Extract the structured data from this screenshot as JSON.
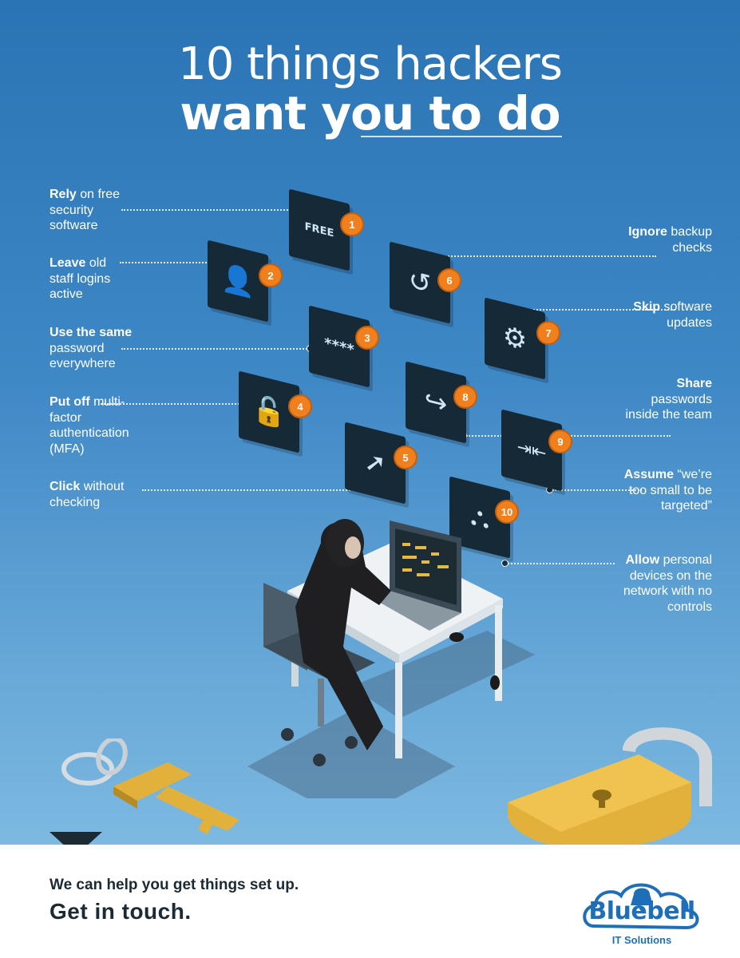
{
  "title": {
    "line1": "10 things hackers",
    "line2": "want you to do"
  },
  "items_left": [
    {
      "bold": "Rely",
      "rest": " on free security software"
    },
    {
      "bold": "Leave",
      "rest": " old staff logins active"
    },
    {
      "bold": "Use the same",
      "rest": " password everywhere"
    },
    {
      "bold": "Put off",
      "rest": " multi-factor authentication (MFA)"
    },
    {
      "bold": "Click",
      "rest": " without checking"
    }
  ],
  "items_right": [
    {
      "bold": "Ignore",
      "rest": " backup checks"
    },
    {
      "bold": "Skip",
      "rest": " software updates"
    },
    {
      "bold": "Share",
      "rest": " passwords inside the team"
    },
    {
      "bold": "Assume",
      "rest": " “we’re too small to be targeted”"
    },
    {
      "bold": "Allow",
      "rest": " personal devices on the network with no controls"
    }
  ],
  "tiles": [
    {
      "num": "1",
      "icon": "free-badge-icon",
      "glyph": "FREE"
    },
    {
      "num": "2",
      "icon": "user-lock-icon",
      "glyph": "👤"
    },
    {
      "num": "3",
      "icon": "password-icon",
      "glyph": "****"
    },
    {
      "num": "4",
      "icon": "fingerprint-lock-icon",
      "glyph": "🔓"
    },
    {
      "num": "5",
      "icon": "cursor-click-icon",
      "glyph": "➚"
    },
    {
      "num": "6",
      "icon": "backup-refresh-icon",
      "glyph": "↺"
    },
    {
      "num": "7",
      "icon": "update-gear-icon",
      "glyph": "⚙"
    },
    {
      "num": "8",
      "icon": "share-icon",
      "glyph": "↪"
    },
    {
      "num": "9",
      "icon": "collapse-arrows-icon",
      "glyph": "⇥⇤"
    },
    {
      "num": "10",
      "icon": "network-devices-icon",
      "glyph": "⛬"
    }
  ],
  "footer": {
    "line1": "We can help you get things set up.",
    "line2": "Get in touch."
  },
  "logo": {
    "name": "Bluebell",
    "sub": "IT Solutions"
  },
  "colors": {
    "accent": "#f07f1d",
    "tile": "#152a36",
    "brand": "#1f6fb8",
    "bg_top": "#2a74b5",
    "bg_bottom": "#7db9e1"
  }
}
